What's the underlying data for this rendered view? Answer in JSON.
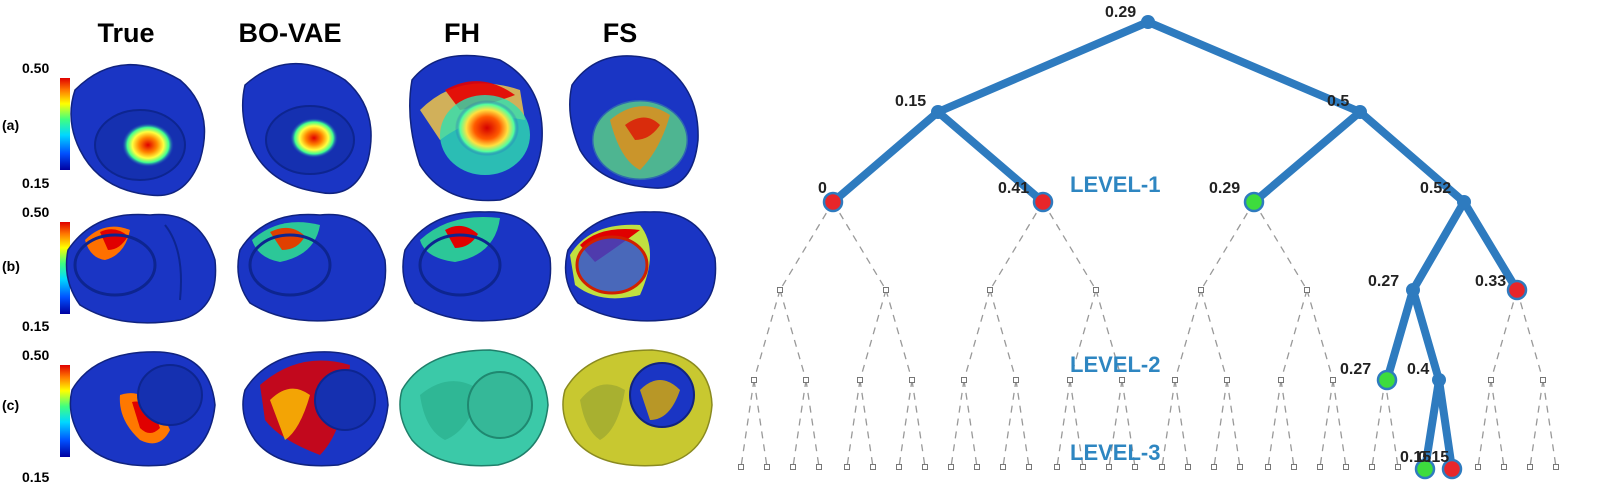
{
  "column_titles": [
    "True",
    "BO-VAE",
    "FH",
    "FS"
  ],
  "rows": [
    {
      "label": "(a)",
      "cbar_max": "0.50",
      "cbar_min": "0.15"
    },
    {
      "label": "(b)",
      "cbar_max": "0.50",
      "cbar_min": "0.15"
    },
    {
      "label": "(c)",
      "cbar_max": "0.50",
      "cbar_min": "0.15"
    }
  ],
  "colors": {
    "mesh_base": "#1a35c4",
    "path": "#2e7bbf",
    "node_red": "#e8262a",
    "node_green": "#3ddc3d",
    "level_text": "#2e86c1"
  },
  "tree": {
    "levels": [
      "LEVEL-1",
      "LEVEL-2",
      "LEVEL-3"
    ],
    "node_labels": {
      "root": "0.29",
      "a": "0.15",
      "b": "0.5",
      "aa": "0",
      "ab": "0.41",
      "ba": "0.29",
      "bb": "0.52",
      "bba": "0.27",
      "bbb": "0.33",
      "bbaa": "0.27",
      "bbab": "0.4",
      "bbaba": "0.15",
      "bbabb": "0.15"
    }
  }
}
